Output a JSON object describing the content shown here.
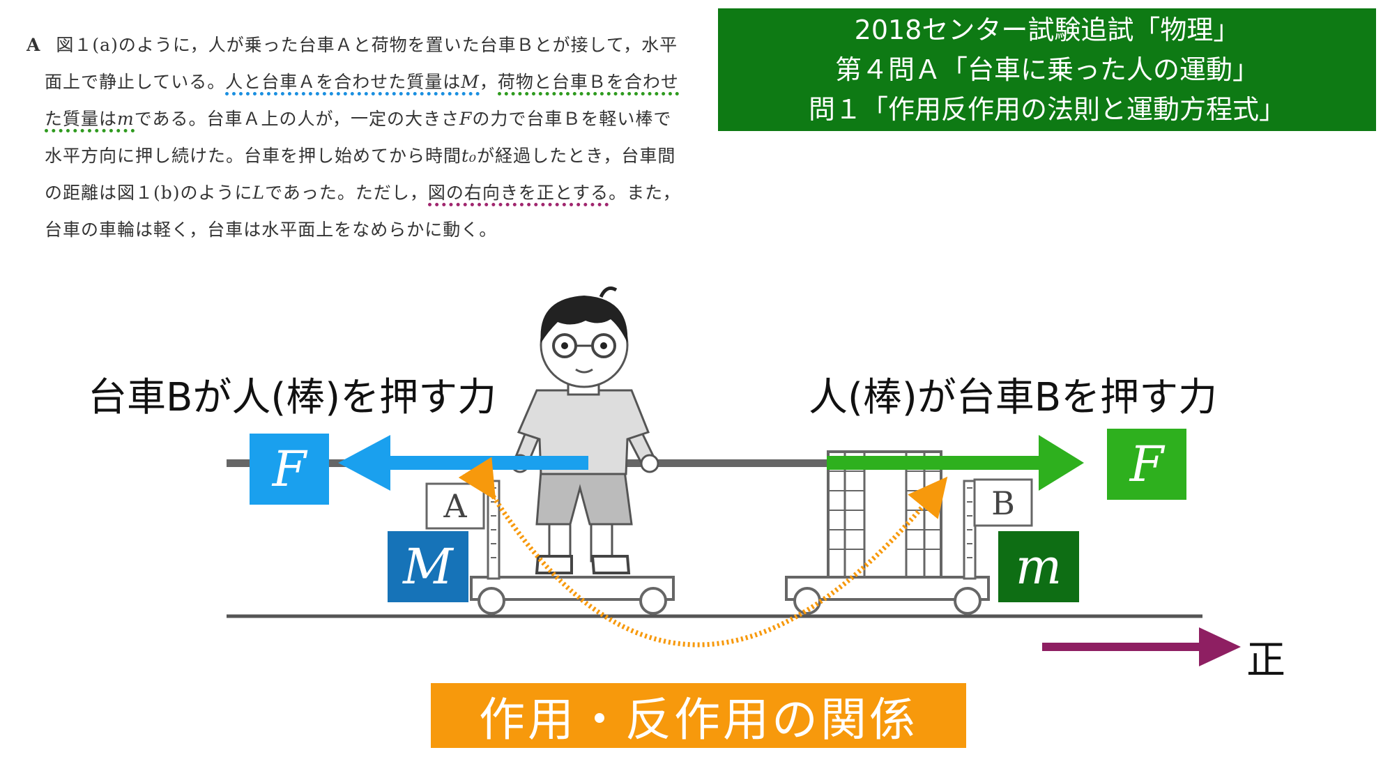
{
  "problem": {
    "label": "A",
    "lines": [
      "図１(a)のように，人が乗った台車Ａと荷物を置いた台車Ｂとが接して，水平",
      "面上で静止している。",
      "人と台車Ａを合わせた質量は",
      "M",
      "，",
      "荷物と台車Ｂを合わせ",
      "た質量は",
      "m",
      "である。台車Ａ上の人が，一定の大きさ",
      "F",
      "の力で台車Ｂを軽い棒で",
      "水平方向に押し続けた。台車を押し始めてから時間",
      "t₀",
      "が経過したとき，台車間",
      "の距離は図１(b)のように",
      "L",
      "であった。ただし，",
      "図の右向きを正とする",
      "。また，",
      "台車の車輪は軽く，台車は水平面上をなめらかに動く。"
    ]
  },
  "title": {
    "line1": "2018センター試験追試「物理」",
    "line2": "第４問Ａ「台車に乗った人の運動」",
    "line3": "問１「作用反作用の法則と運動方程式」"
  },
  "labels": {
    "force_on_person": "台車Bが人(棒)を押す力",
    "force_on_cart_b": "人(棒)が台車Bを押す力",
    "F_left": "F",
    "F_right": "F",
    "mass_A": "M",
    "mass_B": "m",
    "cart_A": "A",
    "cart_B": "B",
    "positive": "正",
    "action_reaction": "作用・反作用の関係"
  },
  "colors": {
    "title_bg": "#0e7a14",
    "force_left": "#1aa0ee",
    "force_right": "#2eb01e",
    "mass_A_box": "#1673b8",
    "mass_B_box": "#0e6e14",
    "positive_arrow": "#8e1f62",
    "action_reaction": "#f7990c"
  }
}
